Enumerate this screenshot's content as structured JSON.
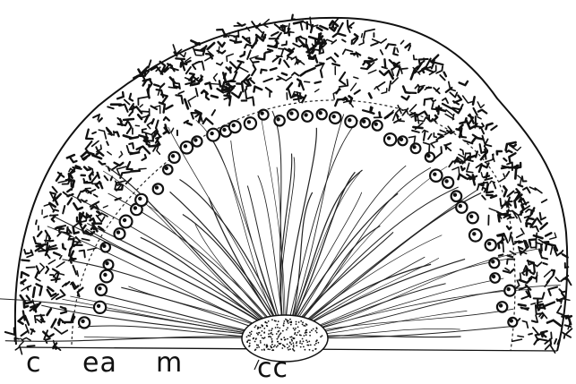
{
  "figure": {
    "labels": {
      "c": "c",
      "ea": "ea",
      "m": "m",
      "cc": "cc"
    },
    "colors": {
      "ink": "#111111",
      "background": "#ffffff"
    }
  }
}
